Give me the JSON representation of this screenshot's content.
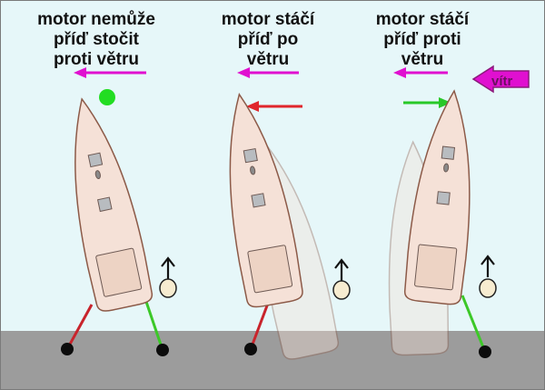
{
  "colors": {
    "background": "#e6f7f9",
    "ground": "#9c9c9c",
    "wind_arrow": "#e010d0",
    "turn_red": "#e0262c",
    "turn_green": "#28c828",
    "green_dot": "#22dd22",
    "hull_fill": "#f5e1d7",
    "hull_stroke": "#8c5a48",
    "line_red": "#c8242c",
    "line_green": "#3cc828"
  },
  "captions": [
    {
      "lines": [
        "motor nemůže",
        "příď stočit",
        "proti větru"
      ]
    },
    {
      "lines": [
        "motor stáčí",
        "příď po",
        "větru"
      ]
    },
    {
      "lines": [
        "motor stáčí",
        "příď proti",
        "větru"
      ]
    }
  ],
  "wind": {
    "label": "vítr"
  },
  "icons": [
    "wind-arrow-icon",
    "turn-arrow-icon",
    "green-dot-icon",
    "boat-icon",
    "engine-up-arrow-icon",
    "cleat-icon"
  ]
}
